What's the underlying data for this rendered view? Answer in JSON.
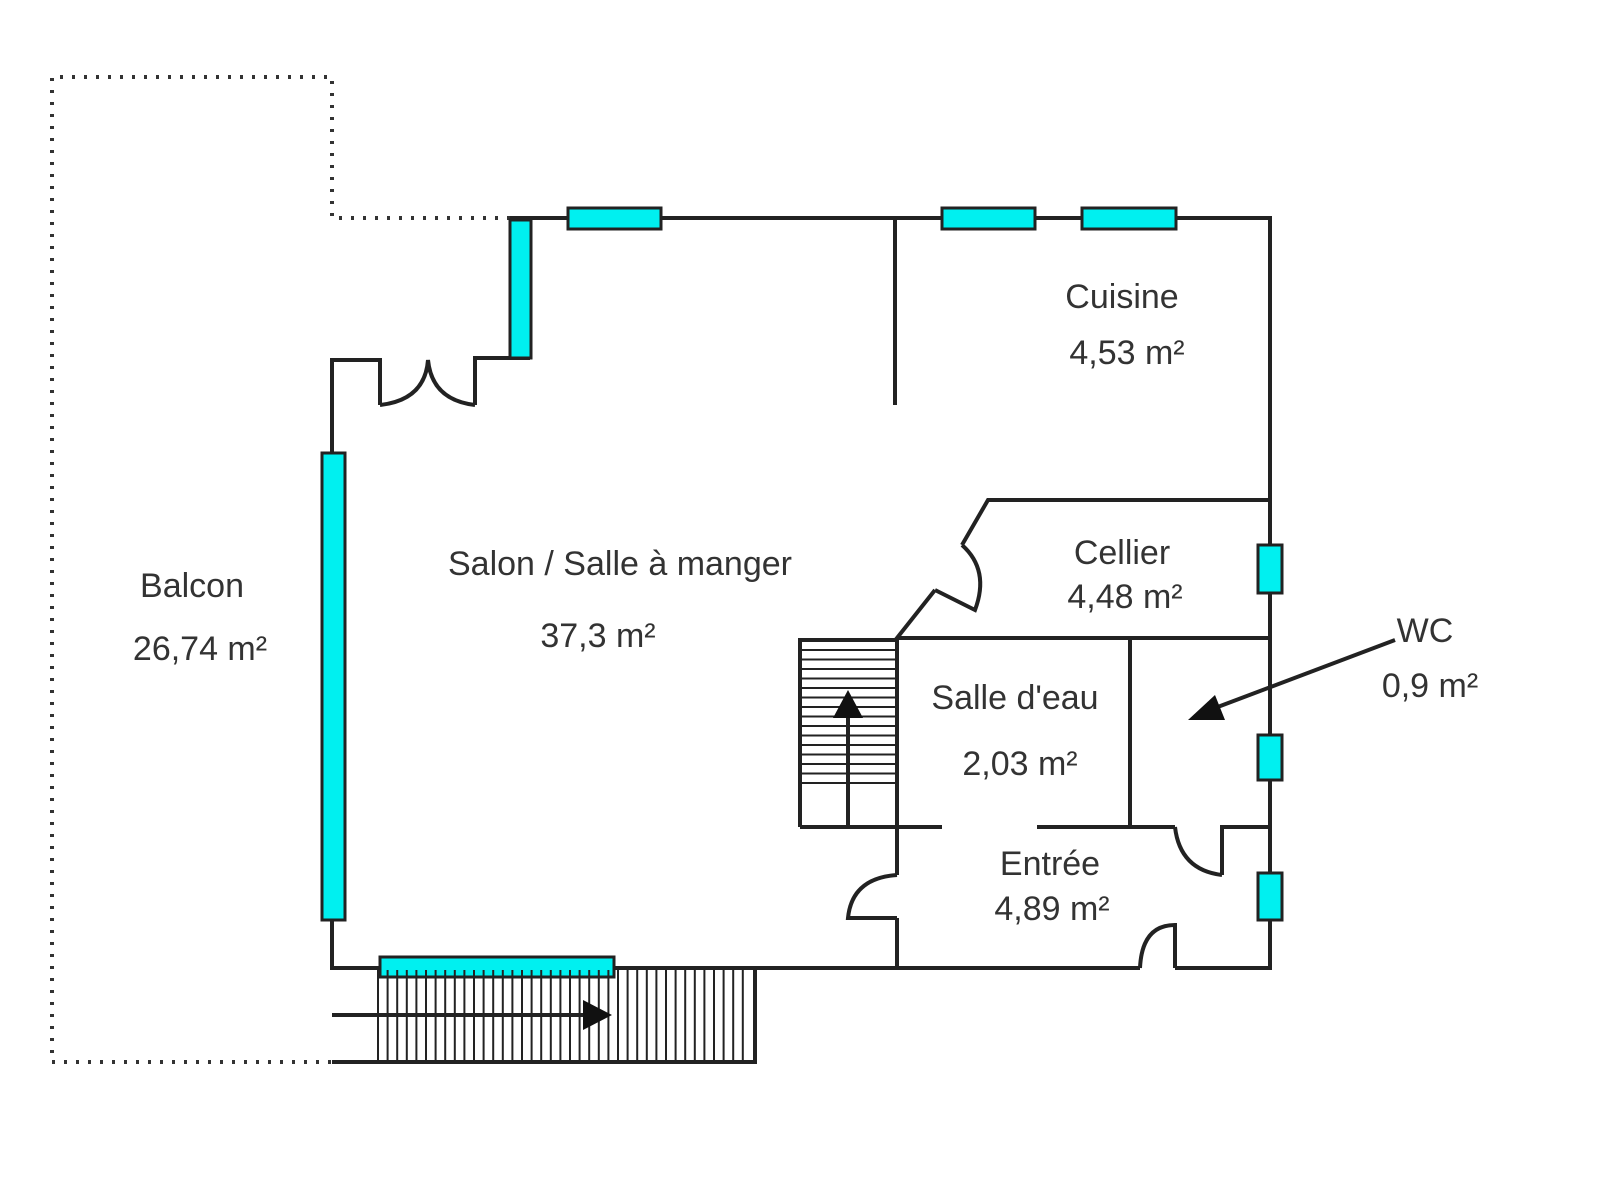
{
  "colors": {
    "window": "#00f0f0",
    "wall": "#222222",
    "text": "#333333"
  },
  "rooms": {
    "cuisine": {
      "name": "Cuisine",
      "area": "4,53  m²"
    },
    "cellier": {
      "name": "Cellier",
      "area": "4,48  m²"
    },
    "salon": {
      "name": "Salon / Salle à manger",
      "area": "37,3  m²"
    },
    "balcon": {
      "name": "Balcon",
      "area": "26,74  m²"
    },
    "salle_eau": {
      "name": "Salle d'eau",
      "area": "2,03  m²"
    },
    "entree": {
      "name": "Entrée",
      "area": "4,89  m²"
    },
    "wc": {
      "name": "WC",
      "area": "0,9  m²"
    }
  }
}
